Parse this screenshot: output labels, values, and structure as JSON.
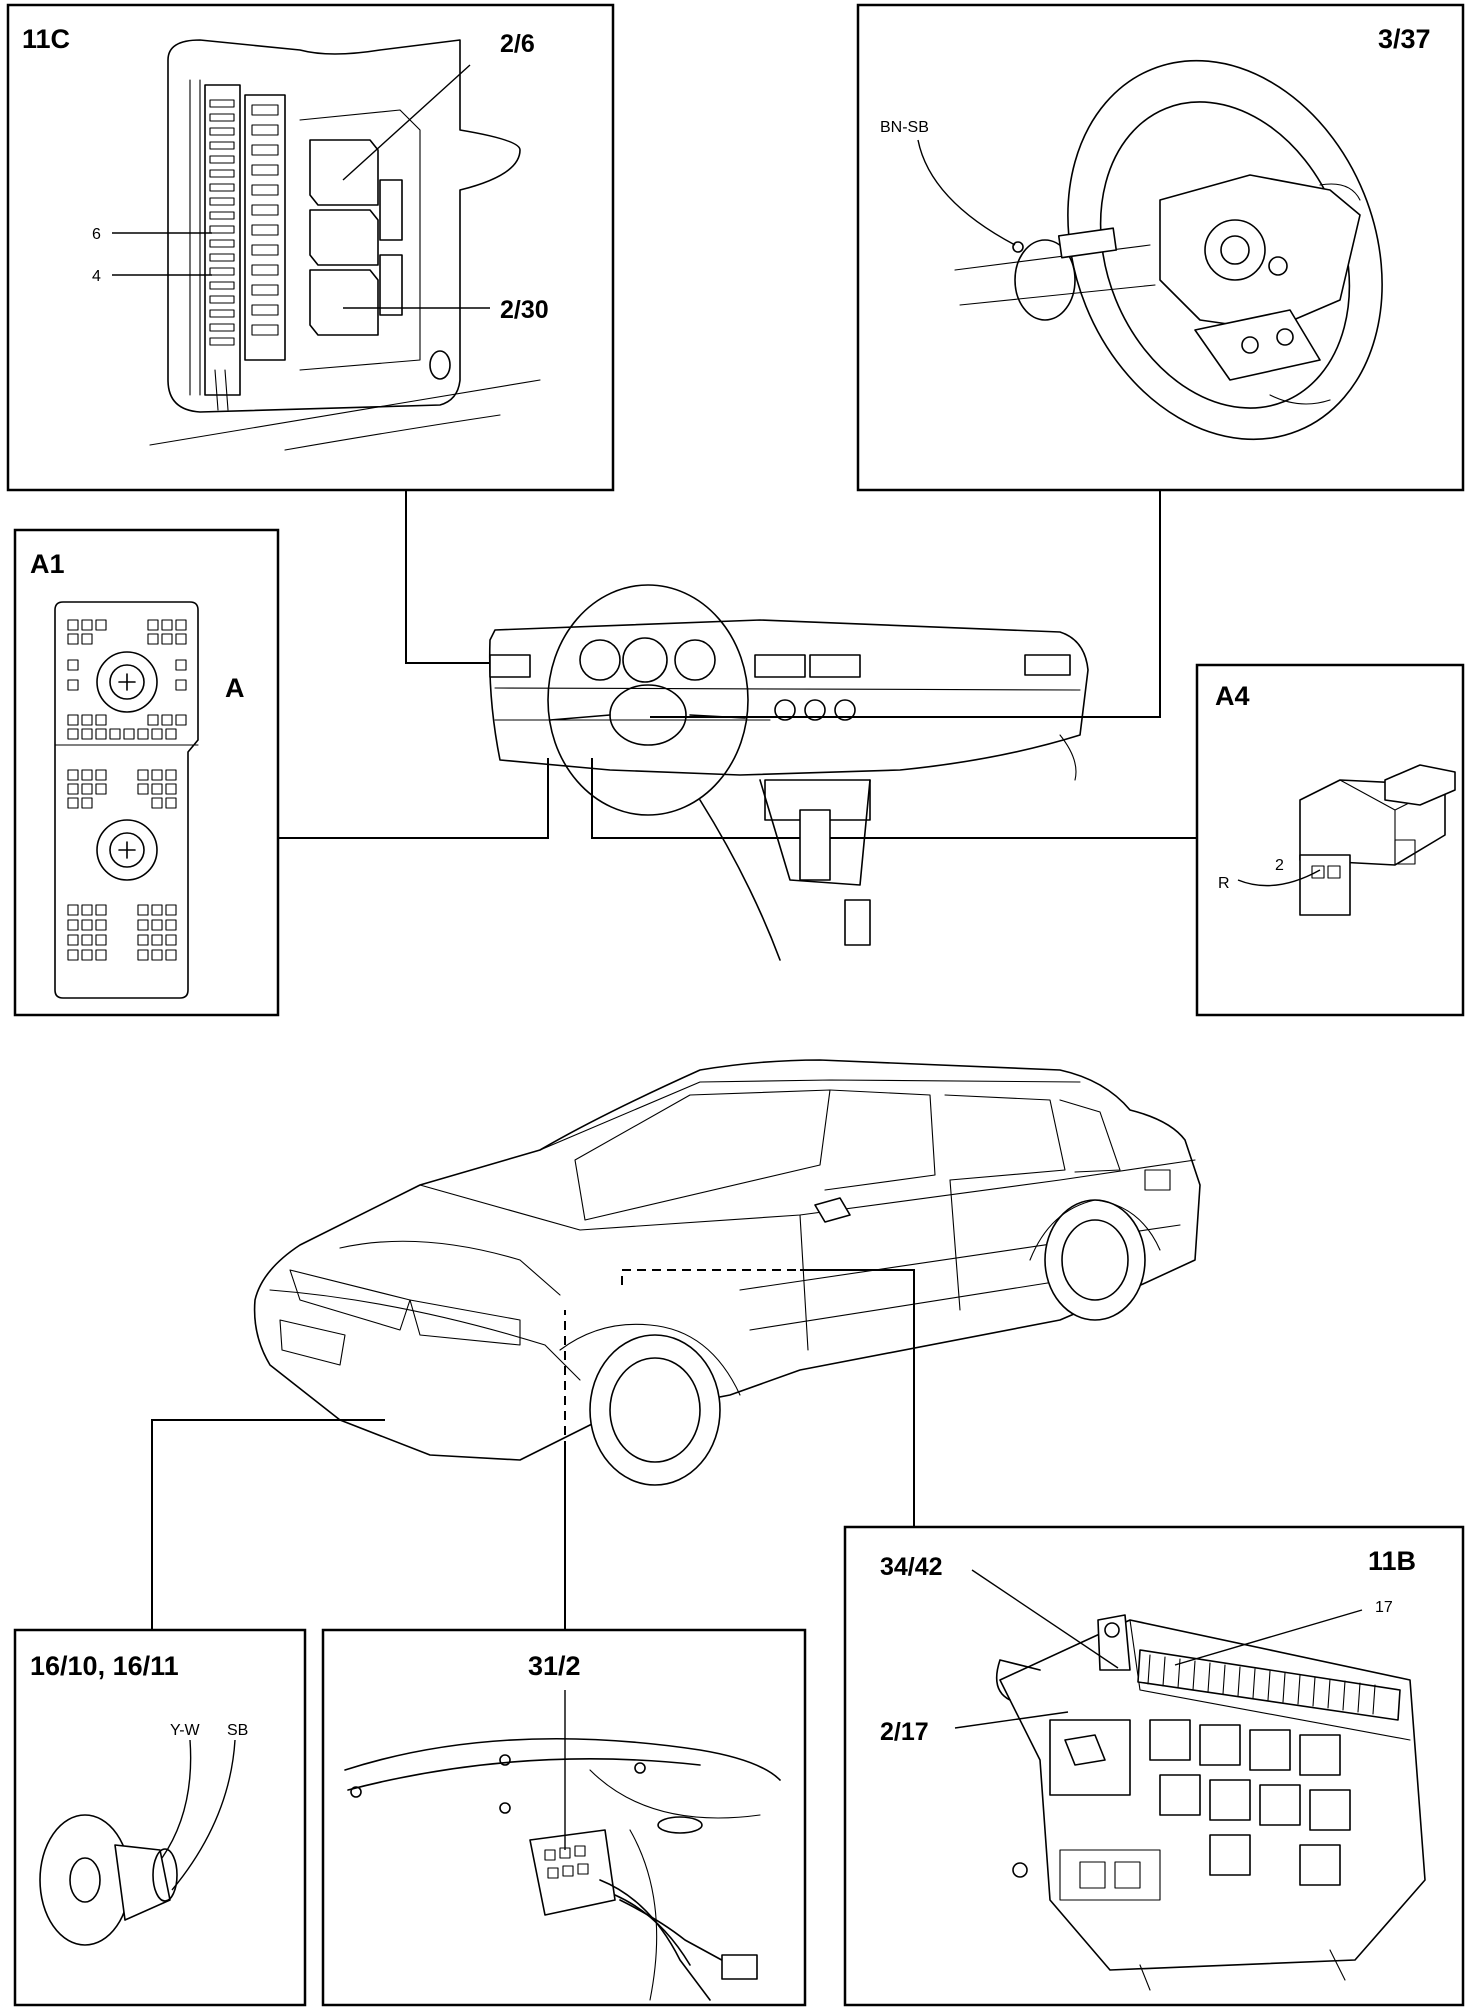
{
  "panels": {
    "p11c": {
      "title": "11C",
      "labels": [
        "2/6",
        "2/30"
      ],
      "pins": [
        "6",
        "4"
      ]
    },
    "p337": {
      "title": "3/37",
      "wire": "BN-SB"
    },
    "pa1": {
      "title": "A1",
      "side_label": "A"
    },
    "pa4": {
      "title": "A4",
      "wire": "R",
      "pin": "2"
    },
    "p1610": {
      "title": "16/10, 16/11",
      "wires": [
        "Y-W",
        "SB"
      ]
    },
    "p312": {
      "title": "31/2"
    },
    "p11b": {
      "title": "11B",
      "labels": [
        "34/42",
        "2/17"
      ],
      "pin": "17"
    }
  }
}
